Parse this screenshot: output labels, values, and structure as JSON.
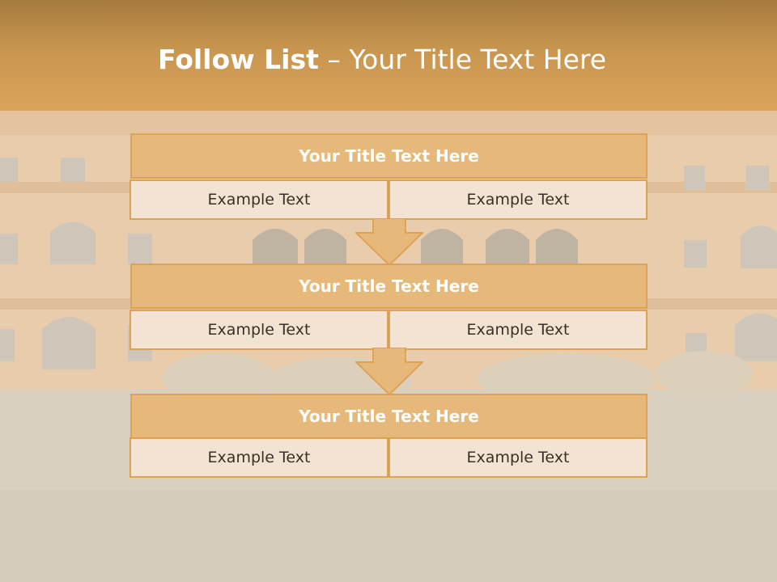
{
  "slide": {
    "title_bold": "Follow List",
    "title_rest": " – Your Title Text Here"
  },
  "blocks": [
    {
      "title": "Your Title Text Here",
      "cells": [
        "Example Text",
        "Example Text"
      ]
    },
    {
      "title": "Your Title Text Here",
      "cells": [
        "Example Text",
        "Example Text"
      ]
    },
    {
      "title": "Your Title Text Here",
      "cells": [
        "Example Text",
        "Example Text"
      ]
    }
  ],
  "colors": {
    "header": "#c89650",
    "block_title_fill": "#e6b97a",
    "block_border": "#dea257",
    "cell_fill": "#f3e3d3",
    "text_dark": "#3a3028"
  },
  "icons": [
    "down-arrow-icon",
    "down-arrow-icon"
  ]
}
